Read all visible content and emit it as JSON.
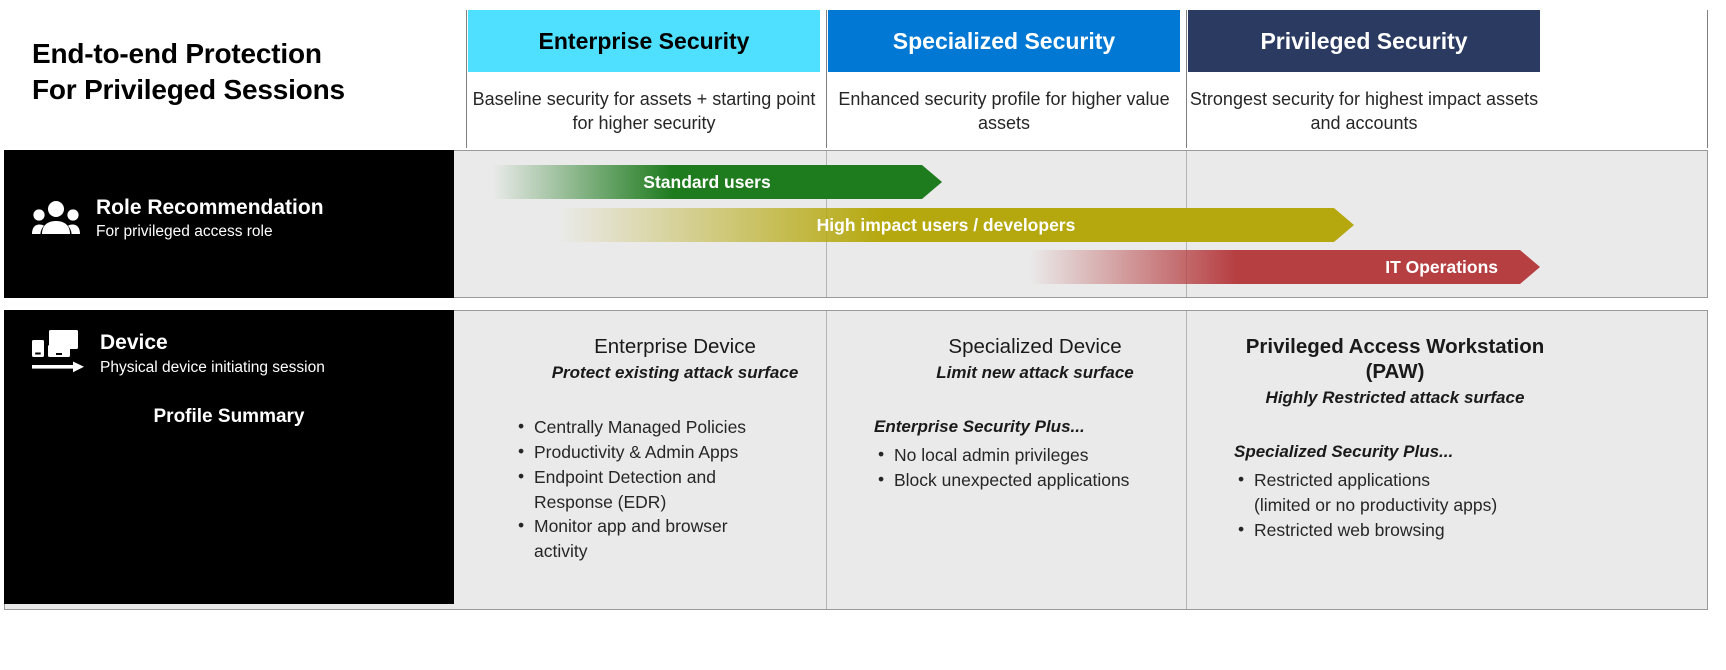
{
  "title": {
    "line1": "End-to-end Protection",
    "line2": "For Privileged Sessions"
  },
  "columns": [
    {
      "name": "Enterprise Security",
      "description": "Baseline security for assets + starting point for higher security",
      "header_bg": "#4FDFFF",
      "header_fg": "#000000"
    },
    {
      "name": "Specialized Security",
      "description": "Enhanced security profile for higher value assets",
      "header_bg": "#0078D4",
      "header_fg": "#FFFFFF"
    },
    {
      "name": "Privileged Security",
      "description": "Strongest security for highest impact assets and accounts",
      "header_bg": "#2B3A60",
      "header_fg": "#FFFFFF"
    }
  ],
  "role_row": {
    "title": "Role Recommendation",
    "subtitle": "For privileged access role",
    "icon": "people-group-icon",
    "arrows": [
      {
        "label": "Standard users",
        "color": "#1E7B1E"
      },
      {
        "label": "High impact users / developers",
        "color": "#B5A80E"
      },
      {
        "label": "IT Operations",
        "color": "#B63F42"
      }
    ]
  },
  "device_row": {
    "title": "Device",
    "subtitle": "Physical device initiating session",
    "icon": "devices-arrow-icon",
    "profile_summary_label": "Profile Summary",
    "cells": [
      {
        "title": "Enterprise Device",
        "subtitle": "Protect existing attack surface",
        "plus_header": "",
        "bullets": [
          "Centrally Managed Policies",
          "Productivity & Admin Apps",
          "Endpoint Detection and",
          "Response (EDR)",
          "Monitor app and browser",
          "activity"
        ],
        "bullet_flags": [
          true,
          true,
          true,
          false,
          true,
          false
        ]
      },
      {
        "title": "Specialized Device",
        "subtitle": "Limit new attack surface",
        "plus_header": "Enterprise Security Plus...",
        "bullets": [
          "No local admin privileges",
          "Block unexpected applications"
        ],
        "bullet_flags": [
          true,
          true
        ]
      },
      {
        "title": "Privileged Access Workstation (PAW)",
        "subtitle": "Highly Restricted attack surface",
        "plus_header": "Specialized Security Plus...",
        "bullets": [
          "Restricted applications",
          "(limited or no productivity apps)",
          "Restricted web browsing"
        ],
        "bullet_flags": [
          true,
          false,
          true
        ]
      }
    ]
  }
}
